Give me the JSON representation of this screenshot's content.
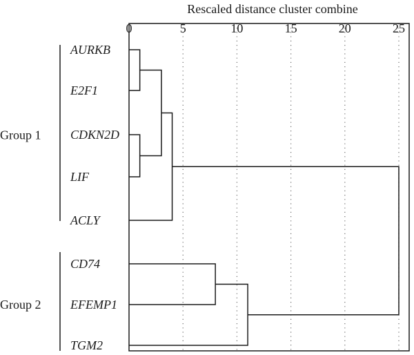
{
  "chart_data": {
    "type": "dendrogram",
    "title": "Rescaled distance cluster combine",
    "xlim": [
      0,
      25
    ],
    "x_ticks": [
      0,
      5,
      10,
      15,
      20,
      25
    ],
    "grid": "dotted vertical lines at each tick",
    "leaves": [
      "AURKB",
      "E2F1",
      "CDKN2D",
      "LIF",
      "ACLY",
      "CD74",
      "EFEMP1",
      "TGM2"
    ],
    "groups": [
      {
        "label": "Group 1",
        "members": [
          "AURKB",
          "E2F1",
          "CDKN2D",
          "LIF",
          "ACLY"
        ]
      },
      {
        "label": "Group 2",
        "members": [
          "CD74",
          "EFEMP1",
          "TGM2"
        ]
      }
    ],
    "merges": [
      {
        "a": "AURKB",
        "b": "E2F1",
        "distance": 1
      },
      {
        "a": "CDKN2D",
        "b": "LIF",
        "distance": 1
      },
      {
        "a": 0,
        "b": 1,
        "distance": 3
      },
      {
        "a": 2,
        "b": "ACLY",
        "distance": 4
      },
      {
        "a": "CD74",
        "b": "EFEMP1",
        "distance": 8
      },
      {
        "a": 4,
        "b": "TGM2",
        "distance": 11
      },
      {
        "a": 3,
        "b": 5,
        "distance": 25
      }
    ]
  }
}
